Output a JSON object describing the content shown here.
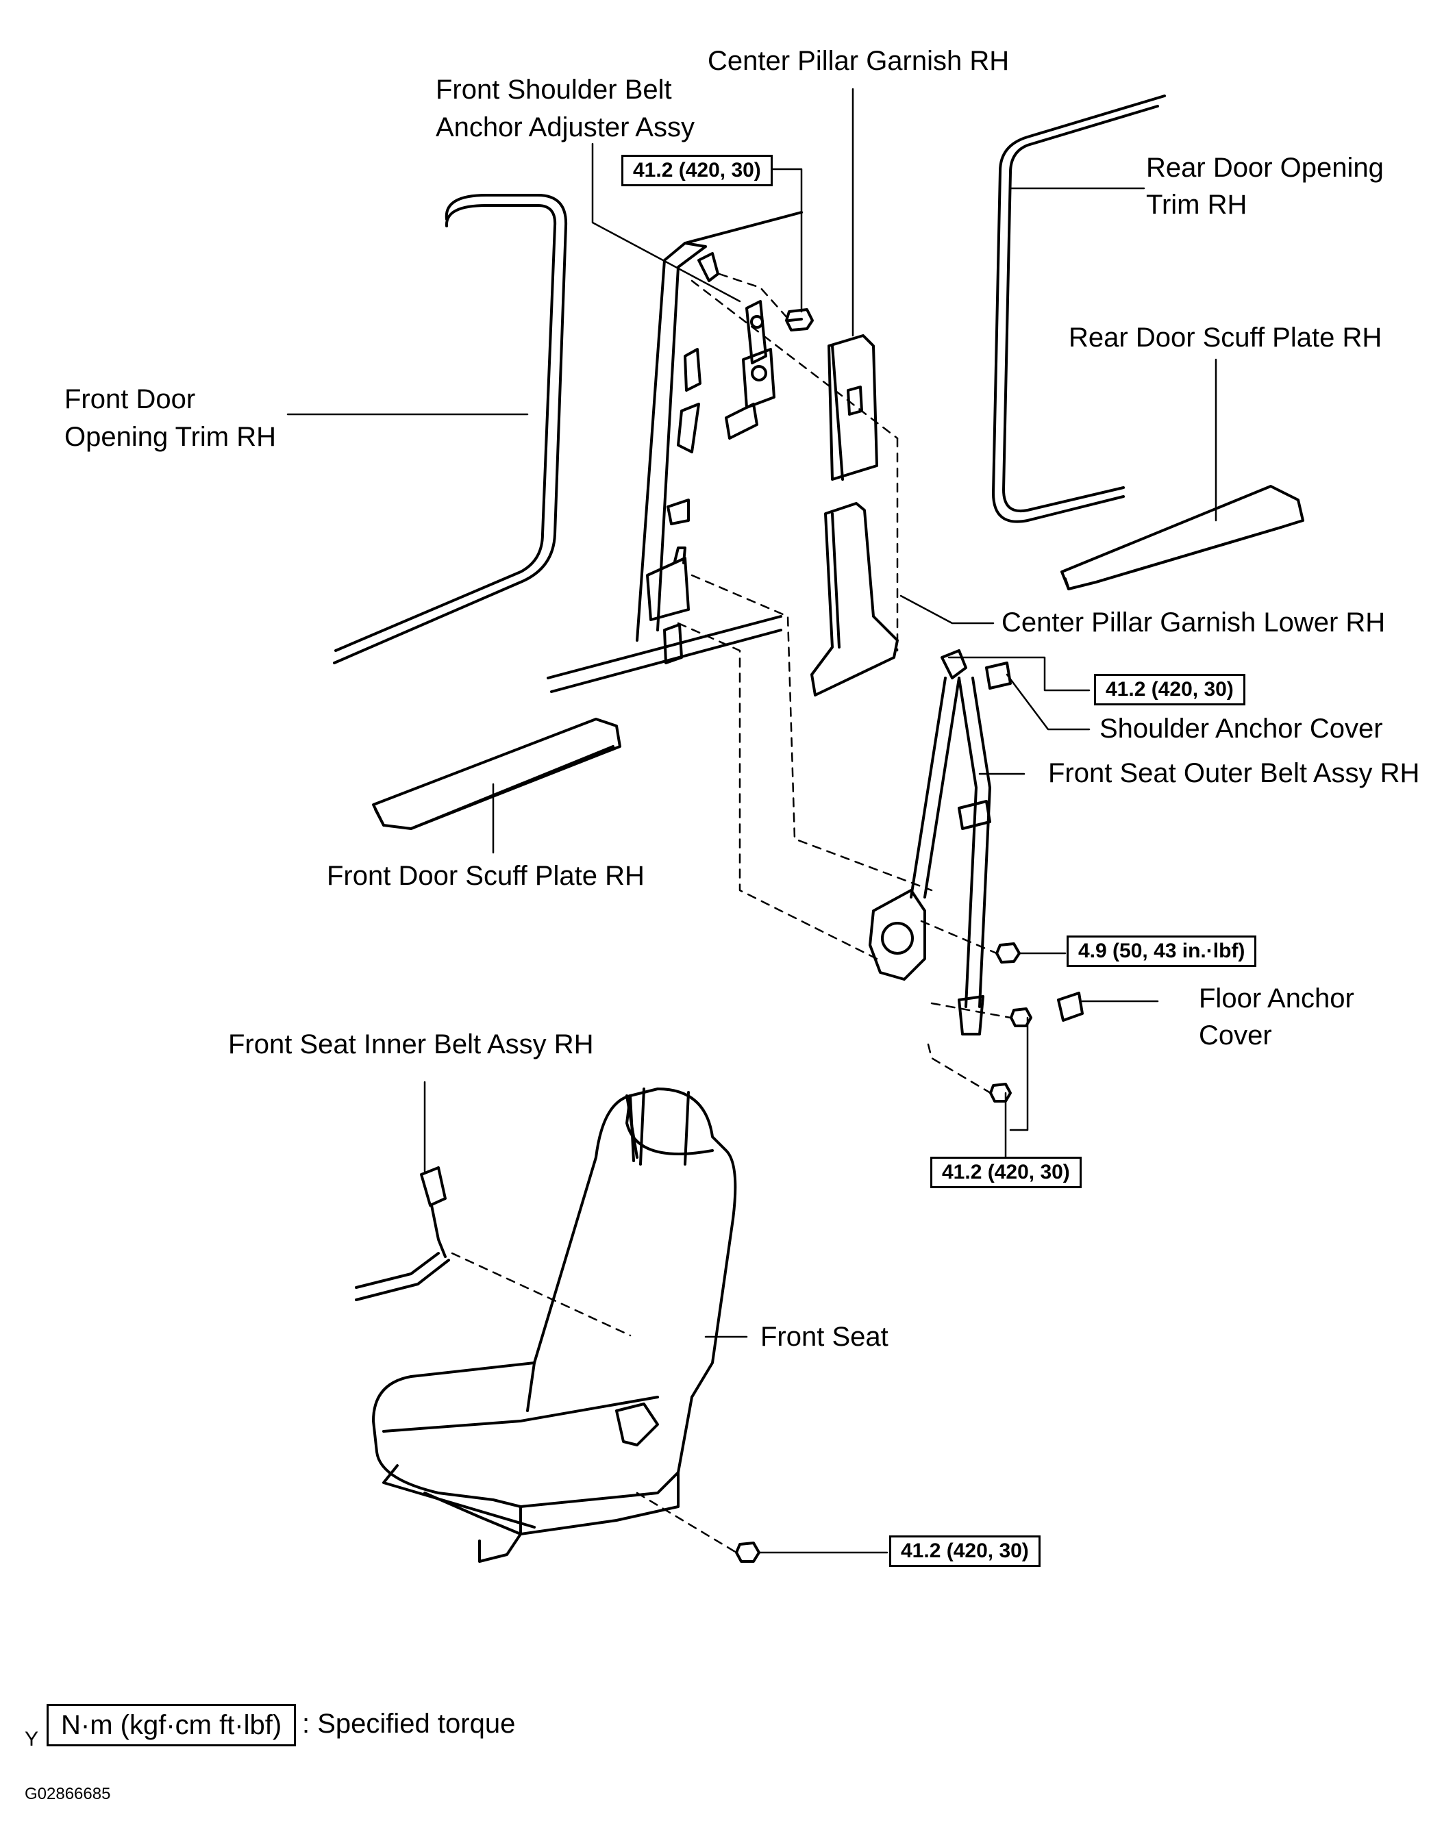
{
  "labels": {
    "center_pillar_garnish": "Center Pillar Garnish RH",
    "shoulder_adjuster_l1": "Front Shoulder Belt",
    "shoulder_adjuster_l2": "Anchor Adjuster Assy",
    "rear_door_opening_l1": "Rear Door Opening",
    "rear_door_opening_l2": "Trim RH",
    "rear_door_scuff": "Rear Door Scuff Plate RH",
    "front_door_opening_l1": "Front Door",
    "front_door_opening_l2": "Opening Trim RH",
    "center_pillar_lower": "Center Pillar Garnish Lower RH",
    "shoulder_anchor_cover": "Shoulder Anchor Cover",
    "front_seat_outer_belt": "Front Seat Outer Belt Assy RH",
    "front_door_scuff": "Front Door Scuff Plate RH",
    "floor_anchor_l1": "Floor Anchor",
    "floor_anchor_l2": "Cover",
    "front_seat_inner_belt": "Front Seat Inner Belt Assy RH",
    "front_seat": "Front Seat"
  },
  "torques": {
    "adjuster_bolt": "41.2 (420, 30)",
    "shoulder_anchor_bolt": "41.2 (420, 30)",
    "retractor_bolt": "4.9 (50, 43 in.·lbf)",
    "floor_anchor_bolts": "41.2 (420, 30)",
    "seat_bolt": "41.2 (420, 30)"
  },
  "legend": {
    "marker": "Y",
    "unit_box": "N·m (kgf·cm ft·lbf)",
    "description": ": Specified torque"
  },
  "figure_id": "G02866685"
}
